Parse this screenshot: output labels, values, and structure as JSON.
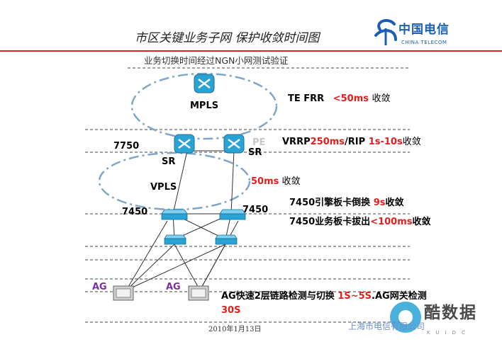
{
  "header": {
    "title": "市区关键业务子网  保护收敛时间图",
    "subtitle": "业务切换时间经过NGN小网测试验证",
    "logo": {
      "cn": "中国电信",
      "en": "CHINA TELECOM",
      "icon": "china-telecom-logo"
    }
  },
  "layers": {
    "mpls": "MPLS",
    "vpls": "VPLS"
  },
  "nodes": {
    "n7750": "7750",
    "sr_left": "SR",
    "pe": "PE",
    "sr_right": "SR",
    "n7450_left": "7450",
    "n7450_right": "7450",
    "ag_left": "AG",
    "ag_right": "AG"
  },
  "annotations": {
    "te_frr": {
      "label": "TE FRR",
      "value": "<50ms",
      "suffix": "收敛"
    },
    "vrrp": {
      "label1": "VRRP",
      "value1": "250ms",
      "label2": "/RIP ",
      "value2": "1s-10s",
      "suffix": "收敛"
    },
    "vpls_conv": {
      "value": "50ms",
      "suffix": " 收敛"
    },
    "engine": {
      "label": "7450引擎板卡倒换 ",
      "value": "9s",
      "suffix": "收敛"
    },
    "service_card": {
      "label": "7450业务板卡拔出",
      "value": "<100ms",
      "suffix": "收敛"
    },
    "ag_detect": {
      "label1": "AG快速2层链路检测与切换 ",
      "value1": "1S~5S",
      "label2": ".AG网关检测",
      "value2": "30S"
    }
  },
  "footer": {
    "date": "2010年1月13日",
    "company": "上海市电信有限公司"
  },
  "watermark": {
    "text": "酷数据",
    "sub": "KUIDC"
  },
  "colors": {
    "red": "#e0201e",
    "blue": "#1a5fb4",
    "router": "#29a3d6",
    "ellipse": "#7fa6c9",
    "purple": "#7b2fa8"
  }
}
